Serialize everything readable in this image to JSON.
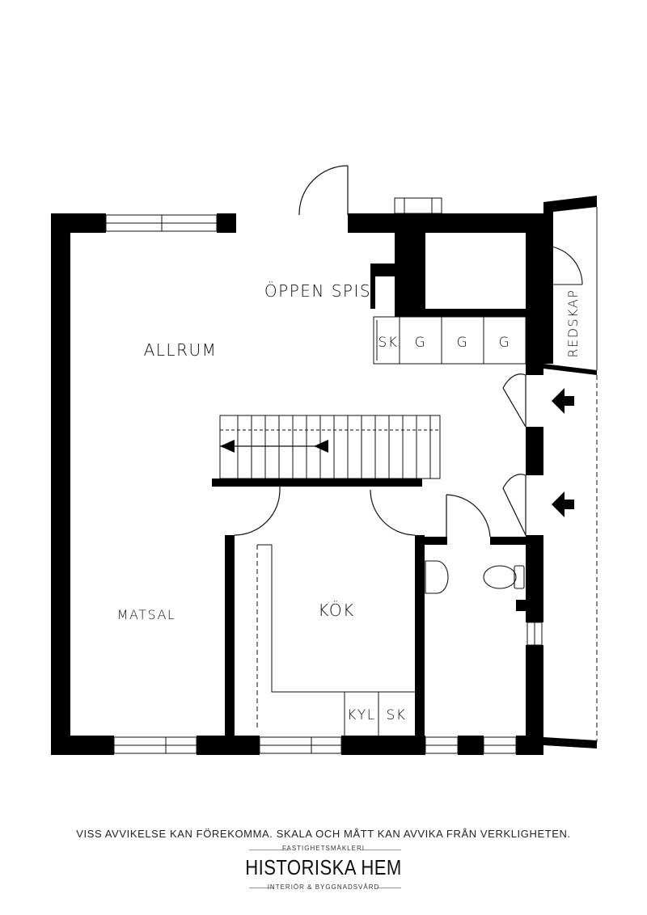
{
  "colors": {
    "wall": "#000000",
    "line": "#111111",
    "background": "#ffffff"
  },
  "rooms": {
    "allrum": "ALLRUM",
    "oppen_spis": "ÖPPEN SPIS",
    "redskap": "REDSKAP",
    "matsal": "MATSAL",
    "kok": "KÖK"
  },
  "closets": [
    "SK",
    "G",
    "G",
    "G"
  ],
  "appliances": {
    "kyl": "KYL",
    "sk": "SK"
  },
  "entrance_arrow_icon": "arrow-left-icon",
  "stair_arrow_icon": "arrow-left-icon",
  "footer": {
    "disclaimer": "VISS AVVIKELSE KAN FÖREKOMMA. SKALA OCH MÅTT KAN AVVIKA FRÅN VERKLIGHETEN.",
    "brand_top": "FASTIGHETSMÄKLERI",
    "brand_name": "HISTORISKA HEM",
    "brand_sub": "INTERIÖR & BYGGNADSVÅRD"
  }
}
